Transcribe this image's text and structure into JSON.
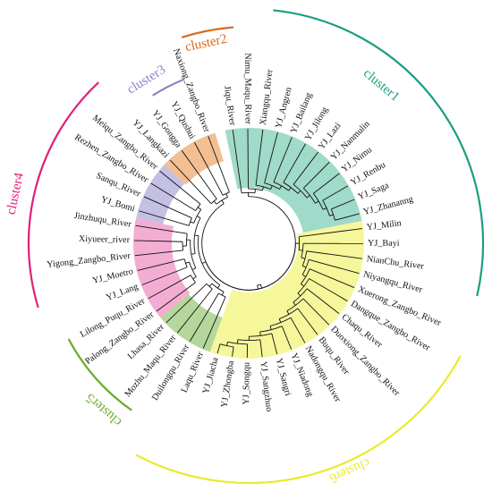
{
  "leaves": [
    "Jiqu_River",
    "Nimu_Maqu_River",
    "Xiangqu_River",
    "YJ_Angren",
    "YJ_Bailang",
    "YJ_Jilong",
    "YJ_Lazi",
    "YJ_Nanmulin",
    "YJ_Nimu",
    "YJ_Renbu",
    "YJ_Saga",
    "YJ_Zhananng",
    "YJ_Milin",
    "YJ_Bayi",
    "NianChu_River",
    "Niyangqu_River",
    "Xuerong_Zangbo_River",
    "Dangque_Zangbo_River",
    "Chaqu_River",
    "Duoxiong_Zangbo_River",
    "Buqu_River",
    "Nadongqu_River",
    "YJ_Niadong",
    "YJ_Sangri",
    "YJ_Sangzhuo",
    "YJ_Songqu",
    "YJ_Zhongba",
    "YJ_Jiacha",
    "Laqu_River",
    "Duilongqu_River",
    "Mozhu_Maqu_River",
    "Lhasa_River",
    "Palong_Zangbo_River",
    "Lilong_Puqu_River",
    "YJ_Lang",
    "YJ_Moetro",
    "Yigong_Zangbo_River",
    "Xiyueer_river",
    "Jinzhuqu_River",
    "YJ_Bomi",
    "Sanqu_River",
    "Rezhen_Zangbo_River",
    "Meiqu_Zangbo_River",
    "YJ_Langkazi",
    "YJ_Gongga",
    "YJ_Qushui",
    "Naxiong_Zangbo_River"
  ],
  "clusters": [
    {
      "name": "cluster1",
      "color": "#1a9e80",
      "fill": "#8fd3bf",
      "leaves": [
        "Jiqu_River",
        "Nimu_Maqu_River",
        "Xiangqu_River",
        "YJ_Angren",
        "YJ_Bailang",
        "YJ_Jilong",
        "YJ_Lazi",
        "YJ_Nanmulin",
        "YJ_Nimu",
        "YJ_Renbu",
        "YJ_Saga",
        "YJ_Zhananng"
      ]
    },
    {
      "name": "cluster6",
      "color": "#eaea2a",
      "fill": "#f5f58a",
      "leaves": [
        "YJ_Milin",
        "YJ_Bayi",
        "NianChu_River",
        "Niyangqu_River",
        "Xuerong_Zangbo_River",
        "Dangque_Zangbo_River",
        "Chaqu_River",
        "Duoxiong_Zangbo_River",
        "Buqu_River",
        "Nadongqu_River",
        "YJ_Niadong",
        "YJ_Sangri",
        "YJ_Sangzhuo",
        "YJ_Songqu",
        "YJ_Zhongba",
        "YJ_Jiacha"
      ]
    },
    {
      "name": "cluster5",
      "color": "#6aaa2a",
      "fill": "#a8d08a",
      "leaves": [
        "Laqu_River",
        "Duilongqu_River",
        "Mozhu_Maqu_River",
        "Lhasa_River"
      ]
    },
    {
      "name": "cluster4",
      "color": "#e0207a",
      "fill": "#f29fca",
      "leaves": [
        "Palong_Zangbo_River",
        "Lilong_Puqu_River",
        "YJ_Lang",
        "YJ_Moetro",
        "Yigong_Zangbo_River",
        "Xiyueer_river",
        "Jinzhuqu_River"
      ]
    },
    {
      "name": "cluster3",
      "color": "#8b84c6",
      "fill": "#b9b5de",
      "leaves": [
        "YJ_Bomi",
        "Sanqu_River",
        "Rezhen_Zangbo_River",
        "Meiqu_Zangbo_River"
      ]
    },
    {
      "name": "cluster2",
      "color": "#d9691e",
      "fill": "#f0b47f",
      "leaves": [
        "YJ_Langkazi",
        "YJ_Gongga",
        "YJ_Qushui",
        "Naxiong_Zangbo_River"
      ]
    }
  ]
}
